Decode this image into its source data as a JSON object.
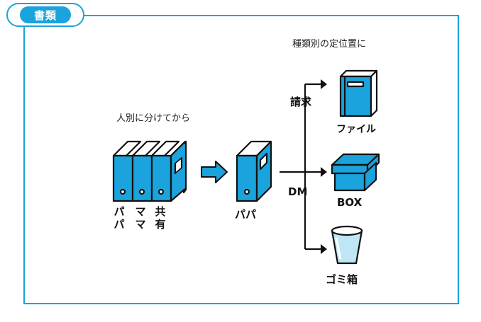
{
  "title": "書類",
  "caption_right": "種類別の定位置に",
  "caption_left": "人別に分けてから",
  "binder_labels": [
    "パパ",
    "ママ",
    "共有"
  ],
  "middle_label": "パパ",
  "branches": [
    {
      "label": "請求",
      "destination": "ファイル"
    },
    {
      "label": "DM",
      "destination": "BOX"
    },
    {
      "label": "",
      "destination": "ゴミ箱"
    }
  ],
  "colors": {
    "accent": "#1aa3dc",
    "outline": "#111111",
    "cup": "#bfe6f5"
  },
  "icons": [
    "folder-binder-icon",
    "right-arrow-icon",
    "file-book-icon",
    "box-icon",
    "trash-cup-icon"
  ]
}
